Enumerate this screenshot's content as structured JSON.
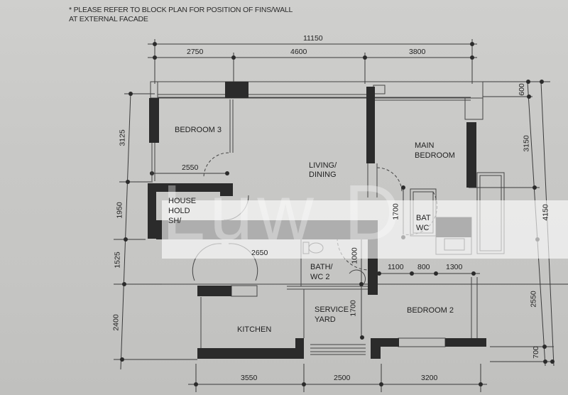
{
  "note": {
    "line1": "* PLEASE REFER TO BLOCK PLAN FOR POSITION  OF FINS/WALL",
    "line2": "AT EXTERNAL FACADE"
  },
  "watermark": "Luw D",
  "rooms": {
    "bedroom3": "BEDROOM 3",
    "living_dining_1": "LIVING/",
    "living_dining_2": "DINING",
    "main_bedroom_1": "MAIN",
    "main_bedroom_2": "BEDROOM",
    "household_shelter_1": "HOUSE",
    "household_shelter_2": "HOLD",
    "household_shelter_3": "SH/",
    "bath_wc1_1": "BAT",
    "bath_wc1_2": "WC",
    "bath_wc2_1": "BATH/",
    "bath_wc2_2": "WC 2",
    "service_yard_1": "SERVICE",
    "service_yard_2": "YARD",
    "kitchen": "KITCHEN",
    "bedroom2": "BEDROOM 2"
  },
  "dimensions": {
    "top_total": "11150",
    "top": [
      "2750",
      "4600",
      "3800"
    ],
    "bottom": [
      "3550",
      "2500",
      "3200"
    ],
    "left": [
      "3125",
      "1950",
      "1525",
      "2400"
    ],
    "right_inner": [
      "600",
      "3150",
      "2550",
      "700"
    ],
    "right_outer": "4150",
    "bedroom3_width": "2550",
    "corridor_width": "2650",
    "bath2_depth": "1000",
    "service_yard_depth": "1700",
    "bath1_depth": "1700",
    "bedroom2_segments": [
      "1100",
      "800",
      "1300"
    ]
  },
  "colors": {
    "paper": "#c9c9c7",
    "wall": "#2b2b2b",
    "line": "#3a3a3a",
    "band": "#ffffff"
  }
}
